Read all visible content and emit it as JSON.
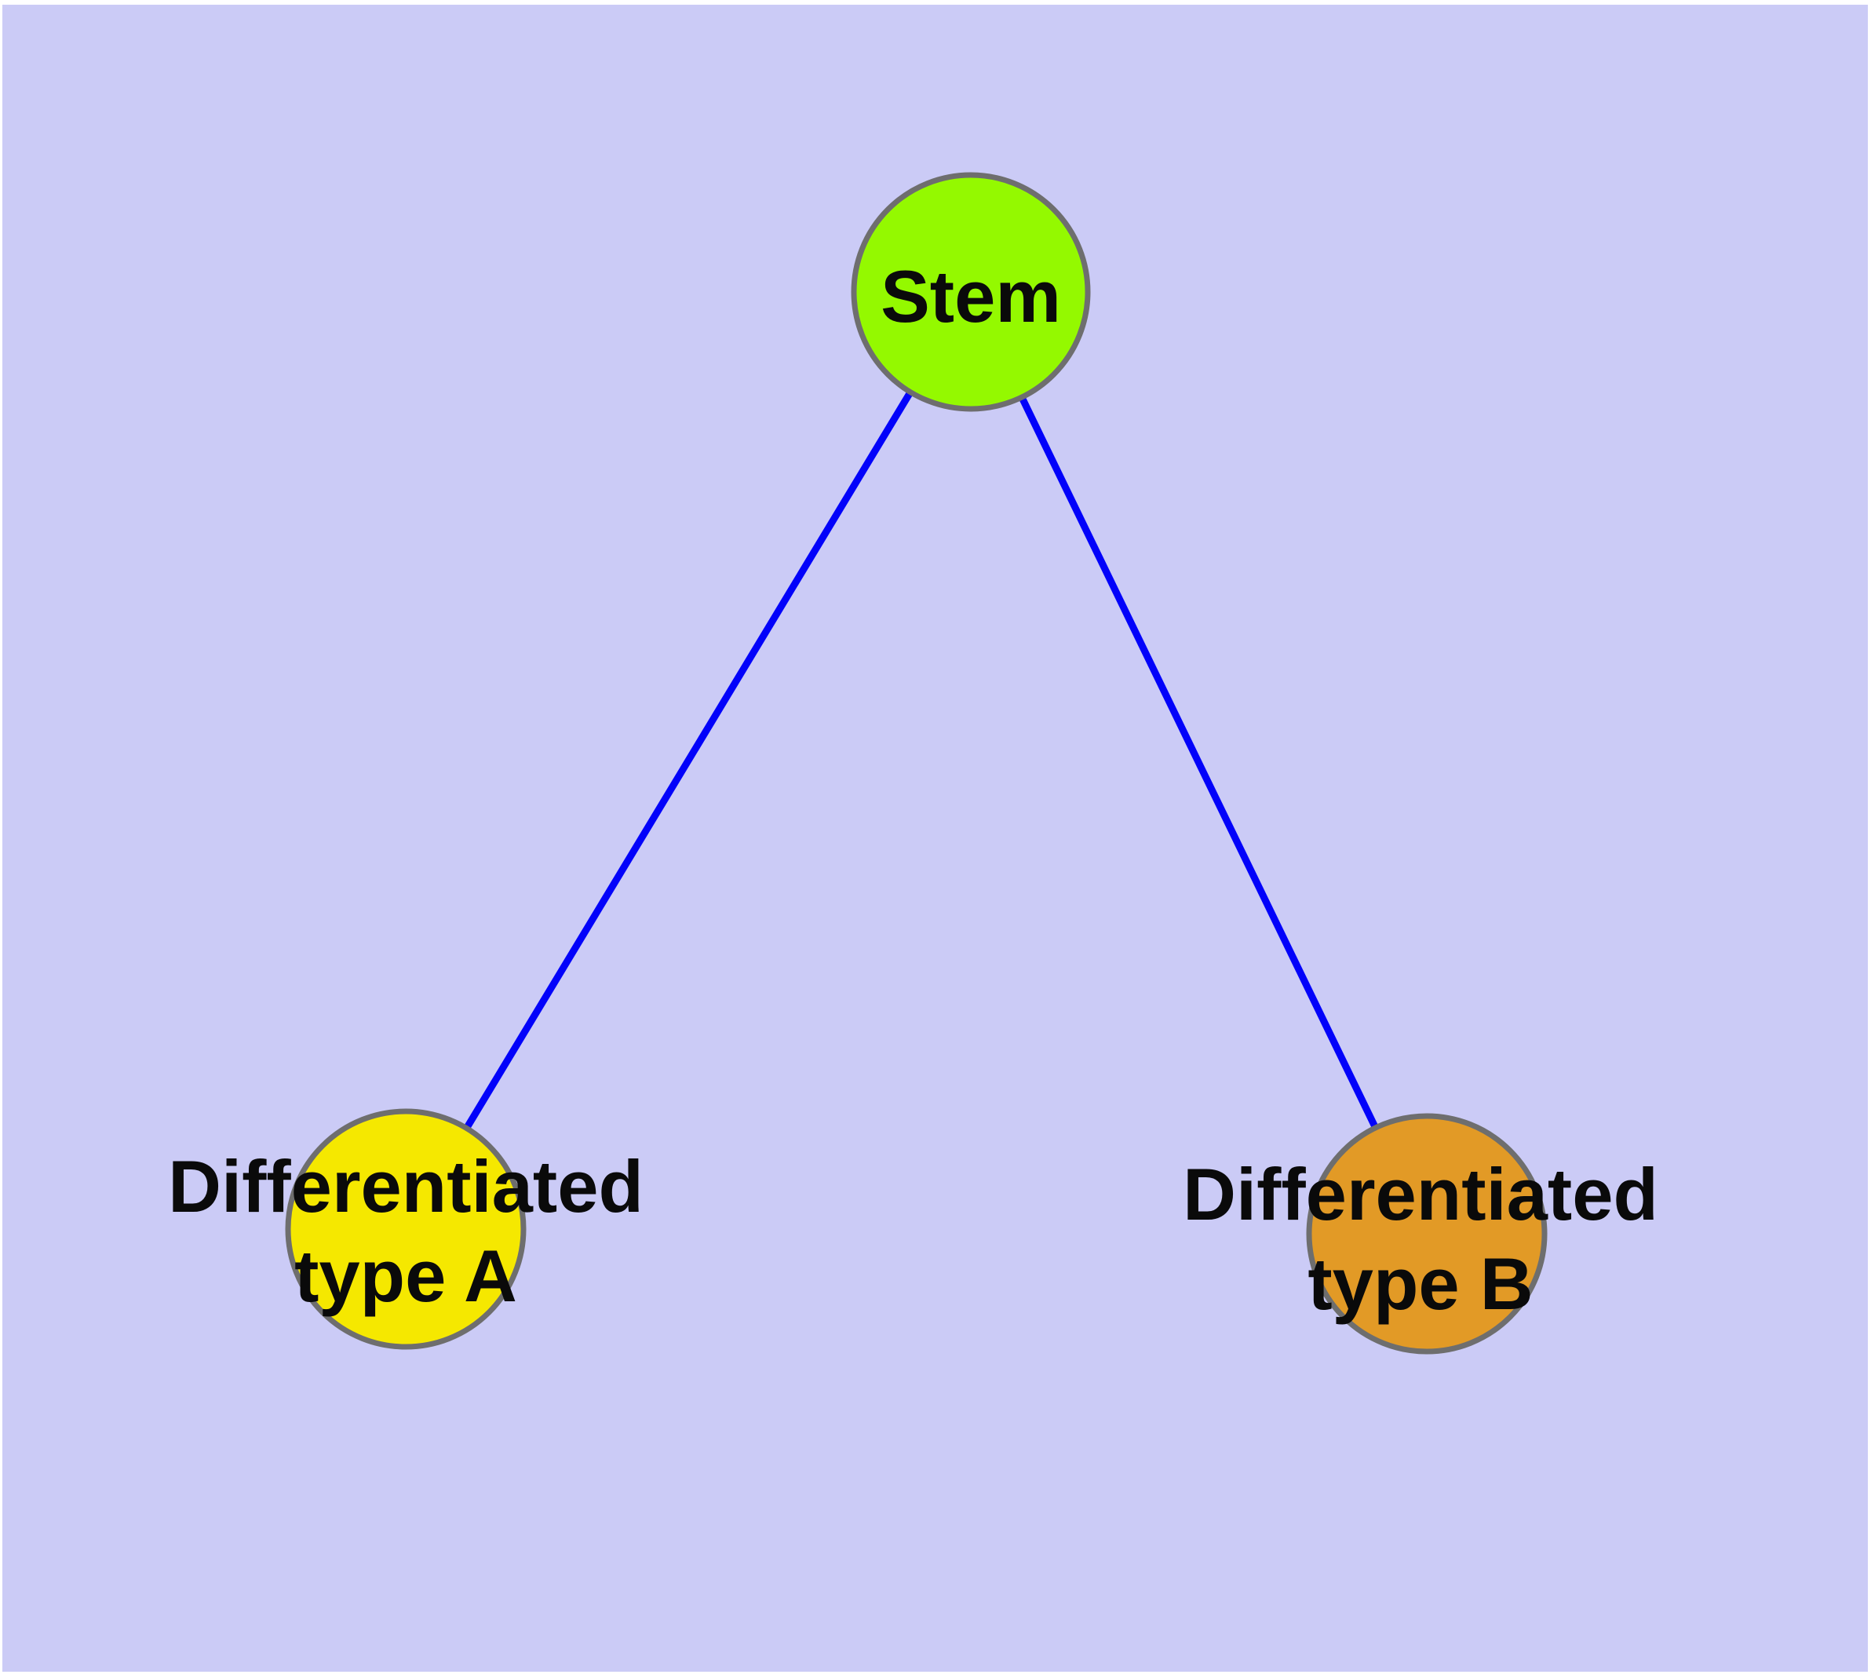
{
  "diagram": {
    "type": "node-link-graph",
    "background_color": "#CBCBF6",
    "page_margin_color": "#FFFFFF",
    "edge_color": "#0202FA",
    "node_border_color": "#6E6E6E",
    "text_color": "#0A0A0A",
    "nodes": [
      {
        "id": "stem",
        "label": "Stem",
        "lines": [
          "Stem"
        ],
        "fill": "#94F900"
      },
      {
        "id": "differentiated-type-a",
        "label": "Differentiated type A",
        "lines": [
          "Differentiated",
          "type A"
        ],
        "fill": "#F5E800"
      },
      {
        "id": "differentiated-type-b",
        "label": "Differentiated type B",
        "lines": [
          "Differentiated",
          "type B"
        ],
        "fill": "#E29A26"
      }
    ],
    "edges": [
      {
        "from": "stem",
        "to": "differentiated-type-a"
      },
      {
        "from": "stem",
        "to": "differentiated-type-b"
      }
    ]
  }
}
